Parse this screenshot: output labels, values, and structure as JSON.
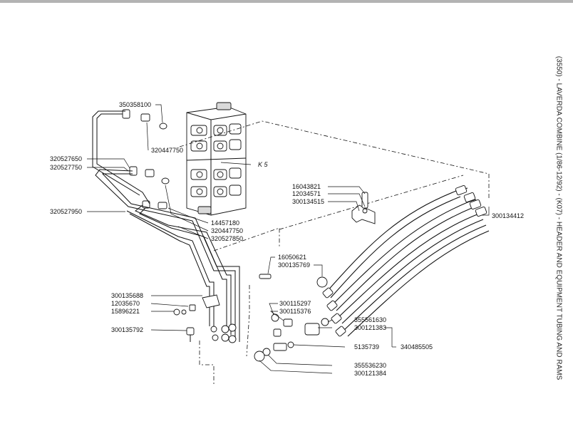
{
  "page": {
    "side_title": "(3550) - LAVERDA COMBINE (1/86-12/92) - (K07) - HEADER AND EQUIPMENT TUBING AND RAMS"
  },
  "labels": {
    "p350358100": "350358100",
    "p320447750a": "320447750",
    "p320527650": "320527650",
    "p320527750": "320527750",
    "p320527950": "320527950",
    "p14457180": "14457180",
    "p320447750b": "320447750",
    "p320527850": "320527850",
    "kb": "K 5",
    "p16043821": "16043821",
    "p12034571": "12034571",
    "p300134515": "300134515",
    "p300134412": "300134412",
    "p16050621": "16050621",
    "p300135769": "300135769",
    "p300135688": "300135688",
    "p12035670": "12035670",
    "p15896221": "15896221",
    "p300135792": "300135792",
    "p300115297": "300115297",
    "p300115376": "300115376",
    "p355561630": "355561630",
    "p300121383": "300121383",
    "p5135739": "5135739",
    "p340485505": "340485505",
    "p355536230": "355536230",
    "p300121384": "300121384"
  },
  "colors": {
    "ink": "#111111",
    "paper": "#ffffff",
    "topbar": "#b3b3b3"
  }
}
